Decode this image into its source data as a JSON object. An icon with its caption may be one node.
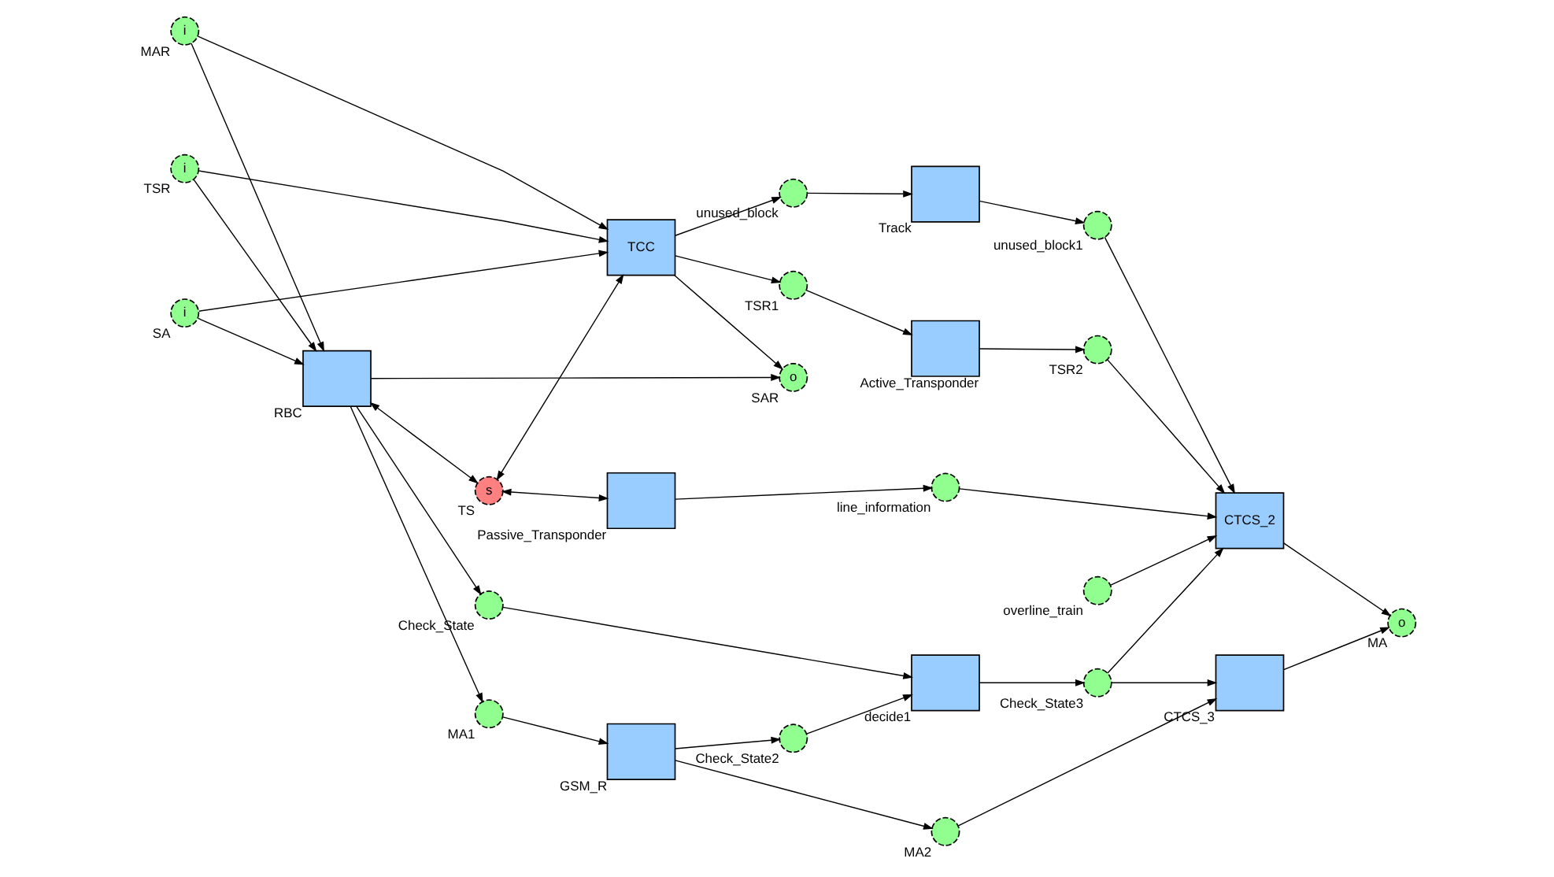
{
  "diagram": {
    "nodes": [
      {
        "text": [
          "s"
        ],
        "beside": [
          "TS"
        ]
      },
      {
        "text": [],
        "shape": "box",
        "beside": [
          "Passive_Transponder"
        ]
      },
      {
        "text": [],
        "shape": "circle",
        "beside": [
          "line_information"
        ]
      },
      {
        "text": [],
        "shape": "circle",
        "beside": [
          "overline_train"
        ]
      },
      {
        "text": [
          "i"
        ],
        "beside": [
          "MAR"
        ]
      },
      {
        "text": [
          "TCC"
        ]
      },
      {
        "text": [],
        "shape": "circle",
        "beside": [
          "TSR1"
        ]
      },
      {
        "text": [],
        "shape": "box",
        "beside": [
          "Active_Transponder"
        ]
      },
      {
        "text": [],
        "shape": "circle",
        "beside": [
          "TSR2"
        ]
      },
      {
        "text": [
          "CTCS_2"
        ]
      },
      {
        "text": [
          "i"
        ],
        "beside": [
          "TSR"
        ]
      },
      {
        "text": [
          "o"
        ],
        "beside": [
          "SAR"
        ]
      },
      {
        "text": [
          "i"
        ],
        "beside": [
          "SA"
        ]
      },
      {
        "text": [],
        "shape": "circle",
        "beside": [
          "unused_block"
        ]
      },
      {
        "text": [],
        "shape": "box",
        "beside": [
          "Track"
        ]
      },
      {
        "text": [],
        "shape": "circle",
        "beside": [
          "unused_block1"
        ]
      },
      {
        "text": [
          "o"
        ],
        "beside": [
          "MA"
        ]
      },
      {
        "text": [],
        "shape": "circle",
        "beside": [
          "Check_State"
        ]
      },
      {
        "text": [],
        "shape": "box",
        "beside": [
          "decide1"
        ]
      },
      {
        "text": [],
        "shape": "circle",
        "beside": [
          "Check_State3"
        ]
      },
      {
        "text": [],
        "shape": "circle",
        "beside": [
          "Check_State2"
        ]
      },
      {
        "text": [],
        "shape": "box",
        "beside": [
          "RBC"
        ]
      },
      {
        "text": [],
        "shape": "circle",
        "beside": [
          "MA1"
        ]
      },
      {
        "text": [],
        "shape": "box",
        "beside": [
          "GSM_R"
        ]
      },
      {
        "text": [],
        "shape": "circle",
        "beside": [
          "MA2"
        ]
      },
      {
        "text": [],
        "shape": "box",
        "beside": [
          "CTCS_3"
        ]
      }
    ],
    "edges": [
      {
        "from": 0,
        "to": 1,
        "arrow": "both"
      },
      {
        "from": 0,
        "to": 5,
        "arrow": "both"
      },
      {
        "from": 21,
        "to": 0,
        "arrow": "both"
      },
      {
        "from": 4,
        "to": 5,
        "arrow": "to"
      },
      {
        "from": 4,
        "to": 21,
        "arrow": "to"
      },
      {
        "from": 10,
        "to": 5,
        "arrow": "to"
      },
      {
        "from": 10,
        "to": 21,
        "arrow": "to"
      },
      {
        "from": 5,
        "to": 11,
        "arrow": "to"
      },
      {
        "from": 21,
        "to": 11,
        "arrow": "to"
      },
      {
        "from": 12,
        "to": 5,
        "arrow": "to"
      },
      {
        "from": 12,
        "to": 21,
        "arrow": "to"
      },
      {
        "from": 1,
        "to": 2,
        "arrow": "to"
      },
      {
        "from": 2,
        "to": 9,
        "arrow": "to"
      },
      {
        "from": 3,
        "to": 9,
        "arrow": "to"
      },
      {
        "from": 5,
        "to": 6,
        "arrow": "to"
      },
      {
        "from": 6,
        "to": 7,
        "arrow": "to"
      },
      {
        "from": 7,
        "to": 8,
        "arrow": "to"
      },
      {
        "from": 8,
        "to": 9,
        "arrow": "to"
      },
      {
        "from": 5,
        "to": 13,
        "arrow": "to"
      },
      {
        "from": 13,
        "to": 14,
        "arrow": "to"
      },
      {
        "from": 14,
        "to": 15,
        "arrow": "to"
      },
      {
        "from": 15,
        "to": 9,
        "arrow": "to"
      },
      {
        "from": 9,
        "to": 16,
        "arrow": "to"
      },
      {
        "from": 25,
        "to": 16,
        "arrow": "to"
      },
      {
        "from": 19,
        "to": 9,
        "arrow": "to"
      },
      {
        "from": 19,
        "to": 25,
        "arrow": "to"
      },
      {
        "from": 18,
        "to": 19,
        "arrow": "to"
      },
      {
        "from": 21,
        "to": 17,
        "arrow": "to"
      },
      {
        "from": 17,
        "to": 18,
        "arrow": "to"
      },
      {
        "from": 23,
        "to": 20,
        "arrow": "to"
      },
      {
        "from": 20,
        "to": 18,
        "arrow": "to"
      },
      {
        "from": 21,
        "to": 22,
        "arrow": "to"
      },
      {
        "from": 22,
        "to": 23,
        "arrow": "to"
      },
      {
        "from": 23,
        "to": 24,
        "arrow": "to"
      },
      {
        "from": 24,
        "to": 25,
        "arrow": "to"
      }
    ]
  }
}
